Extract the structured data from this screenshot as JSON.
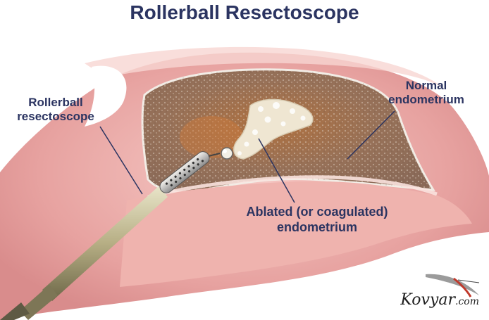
{
  "title": "Rollerball Resectoscope",
  "labels": {
    "rollerball": [
      "Rollerball",
      "resectoscope"
    ],
    "normal": [
      "Normal",
      "endometrium"
    ],
    "ablated": [
      "Ablated (or coagulated)",
      "endometrium"
    ]
  },
  "watermark": {
    "brand": "Kovyar",
    "suffix": ".com"
  },
  "colors": {
    "title": "#2b3461",
    "myometrium": "#e9a0a0",
    "endometrium": "#9a6a4e",
    "ablated": "#efe6d2",
    "instrument": "#b9b38c"
  }
}
